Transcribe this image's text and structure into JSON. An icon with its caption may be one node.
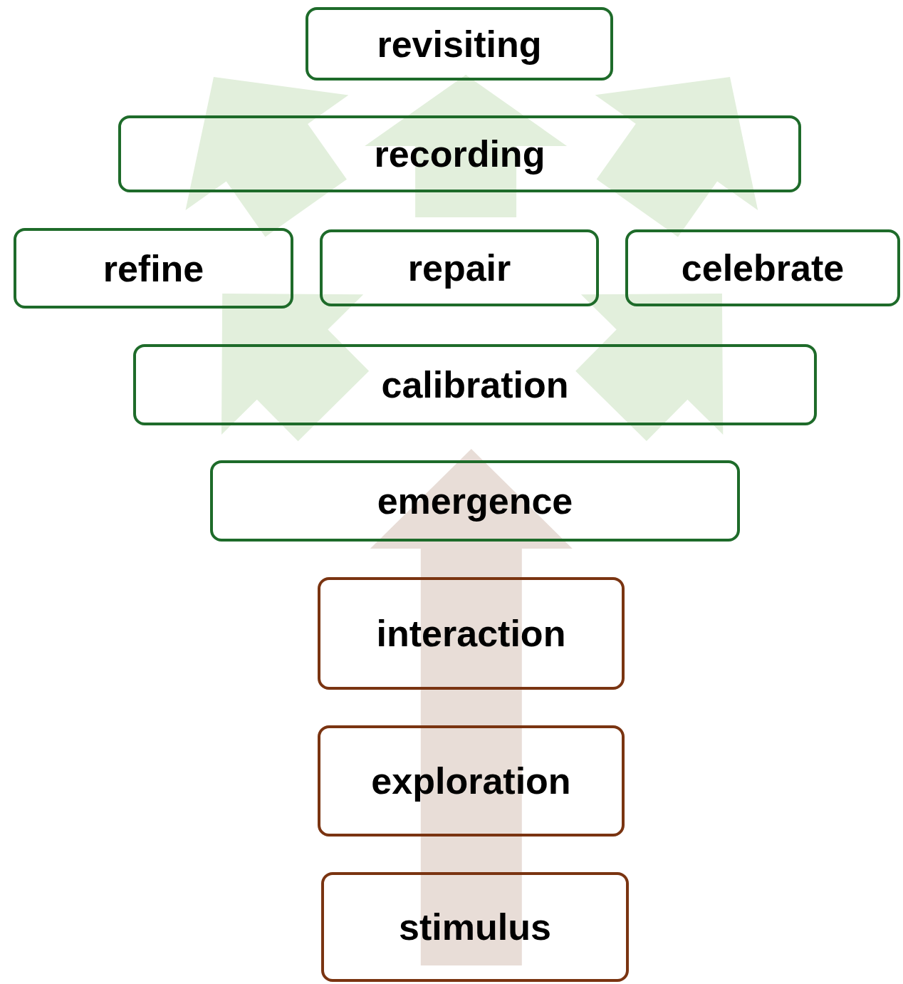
{
  "diagram": {
    "nodes": [
      {
        "text": [
          "revisiting"
        ]
      },
      {
        "text": [
          "recording"
        ]
      },
      {
        "text": [
          "refine"
        ]
      },
      {
        "text": [
          "repair"
        ]
      },
      {
        "text": [
          "celebrate"
        ]
      },
      {
        "text": [
          "calibration"
        ]
      },
      {
        "text": [
          "emergence"
        ]
      },
      {
        "text": [
          "interaction"
        ]
      },
      {
        "text": [
          "exploration"
        ]
      },
      {
        "text": [
          "stimulus"
        ]
      }
    ],
    "edges": [
      {
        "from": 9,
        "to": 6,
        "arrow": "to",
        "color": "#e8ddd7"
      },
      {
        "from": 5,
        "to": 2,
        "arrow": "to"
      },
      {
        "from": 5,
        "to": 4,
        "arrow": "to"
      },
      {
        "from": 1,
        "to": 0,
        "arrow": "to"
      },
      {
        "from": 1,
        "to": null,
        "arrow": "to"
      },
      {
        "from": 1,
        "to": null,
        "arrow": "to"
      }
    ]
  }
}
